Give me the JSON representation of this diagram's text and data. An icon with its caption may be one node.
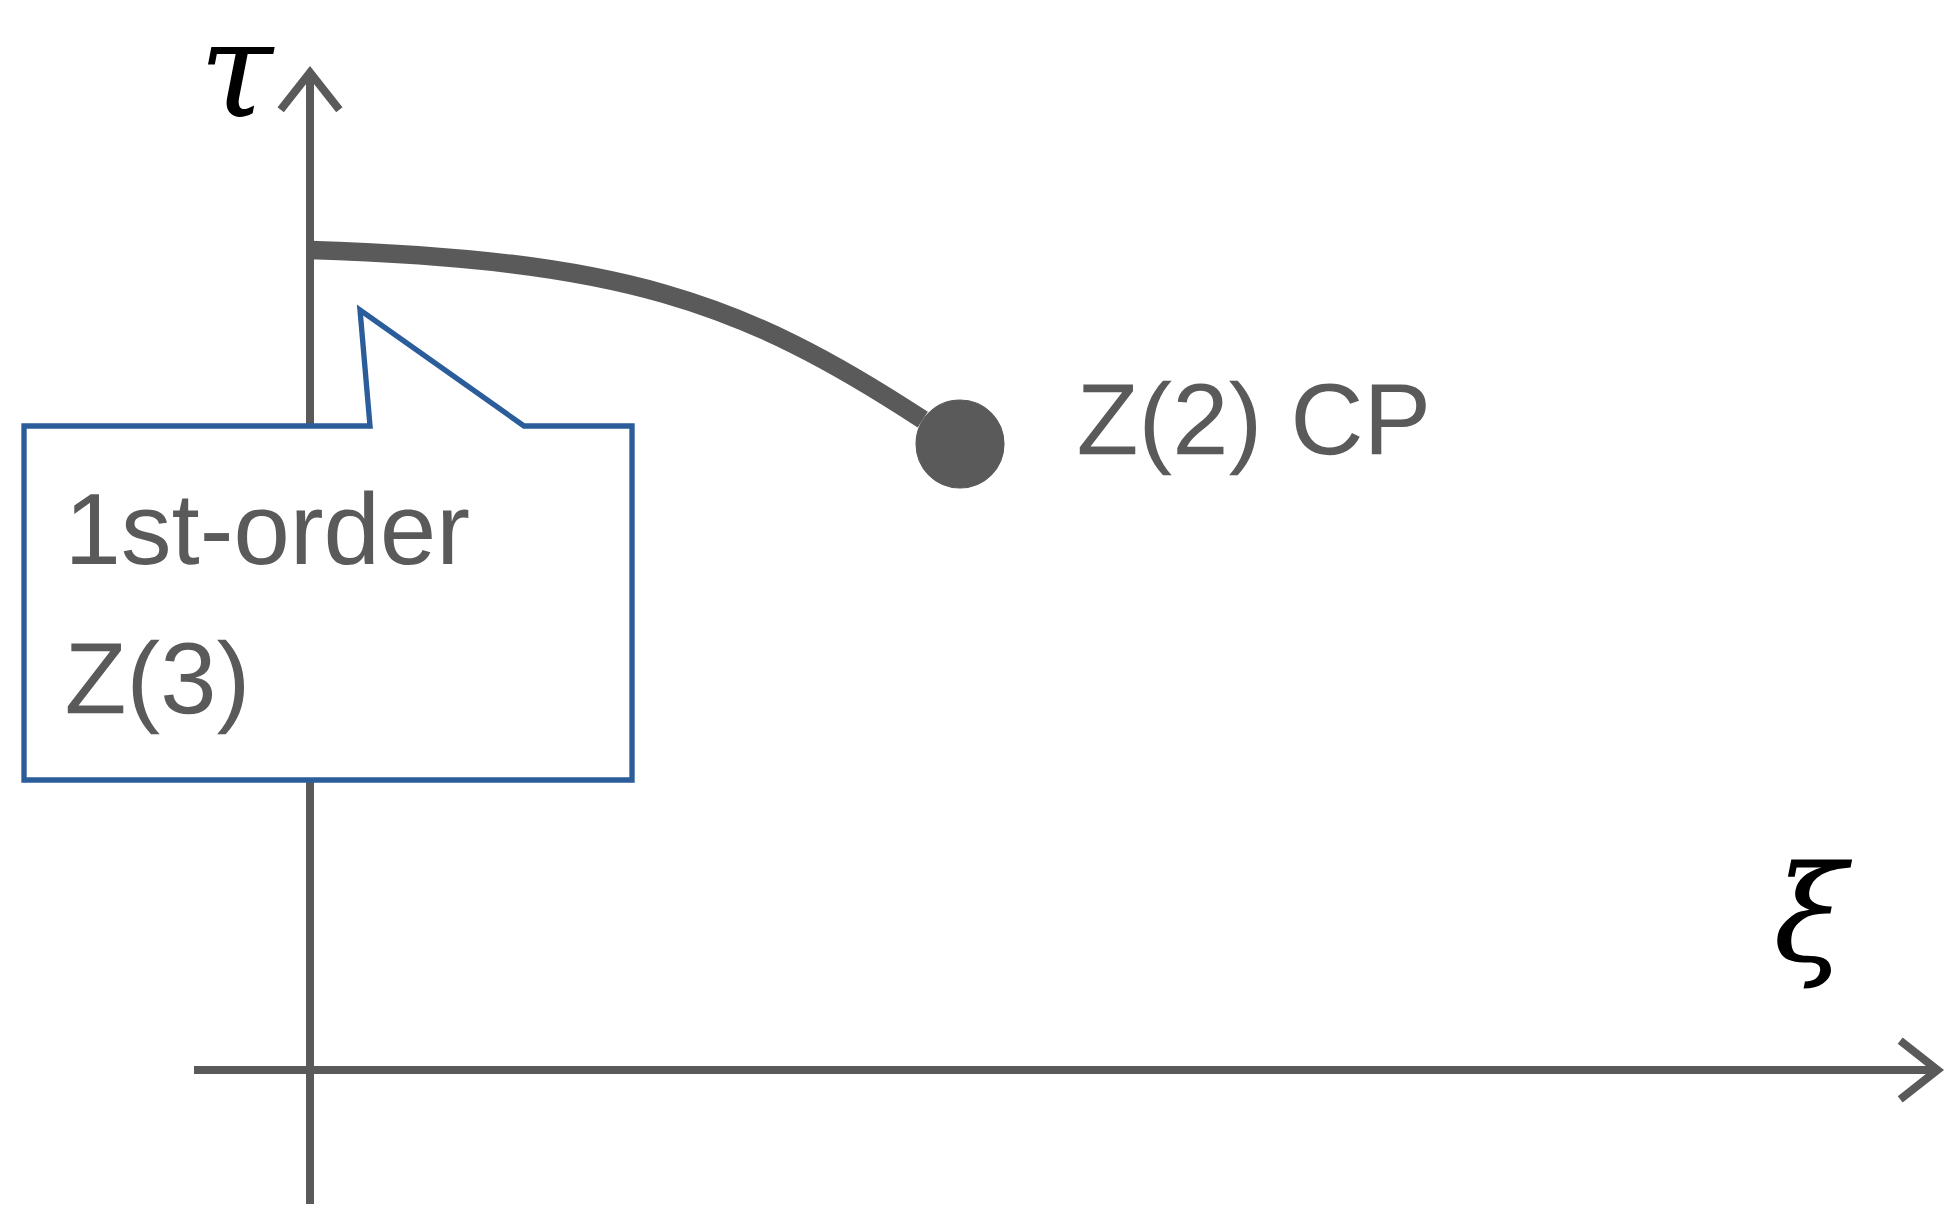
{
  "diagram": {
    "nodes": [
      {
        "text": [
          "1st-order Z(3)"
        ]
      },
      {
        "text": [],
        "shape": "circle",
        "beside": [
          "Z(2) CP"
        ]
      }
    ],
    "edges": [
      {
        "from": null,
        "to": 1,
        "arrow": "none"
      }
    ],
    "labels": [
      "τ",
      "ξ"
    ]
  }
}
